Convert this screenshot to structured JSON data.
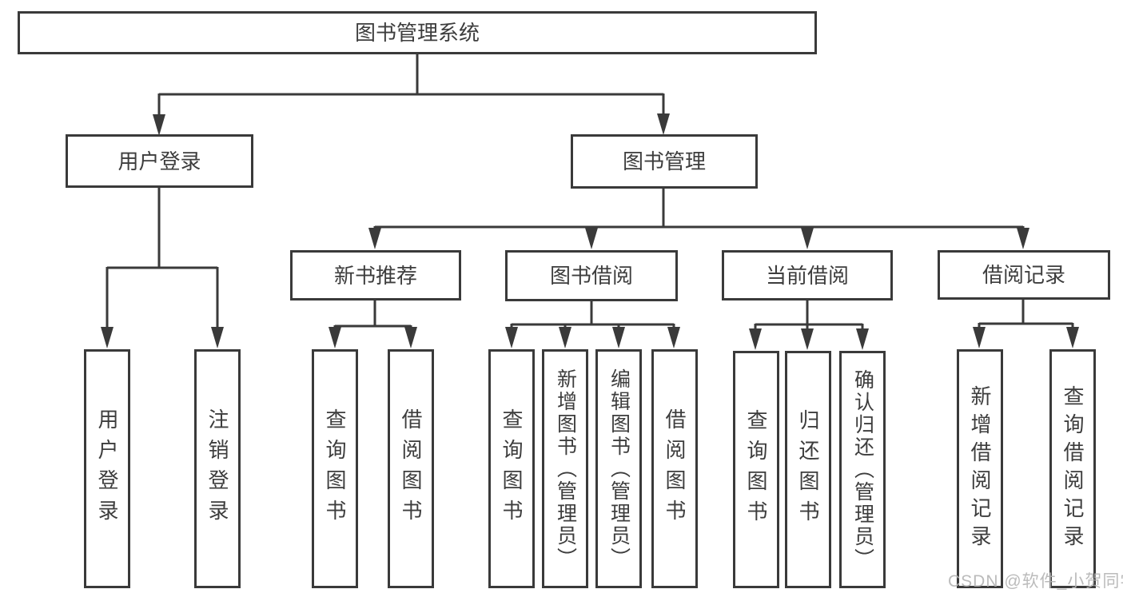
{
  "diagram": {
    "colors": {
      "line": "#3a3a3a",
      "box_border": "#3a3a3a",
      "text": "#3d3d3d",
      "watermark": "#b4b4b4",
      "background": "#ffffff"
    },
    "watermark": "CSDN @软件_小贺同学"
  },
  "tree": {
    "root": {
      "label": "图书管理系统"
    },
    "level2": [
      {
        "label": "用户登录"
      },
      {
        "label": "图书管理"
      }
    ],
    "level3": [
      {
        "label": "新书推荐"
      },
      {
        "label": "图书借阅"
      },
      {
        "label": "当前借阅"
      },
      {
        "label": "借阅记录"
      }
    ],
    "leaves": [
      {
        "label": "用户登录"
      },
      {
        "label": "注销登录"
      },
      {
        "label": "查询图书"
      },
      {
        "label": "借阅图书"
      },
      {
        "label": "查询图书"
      },
      {
        "label": "新增图书（管理员）"
      },
      {
        "label": "编辑图书（管理员）"
      },
      {
        "label": "借阅图书"
      },
      {
        "label": "查询图书"
      },
      {
        "label": "归还图书"
      },
      {
        "label": "确认归还（管理员）"
      },
      {
        "label": "新增借阅记录"
      },
      {
        "label": "查询借阅记录"
      }
    ]
  }
}
